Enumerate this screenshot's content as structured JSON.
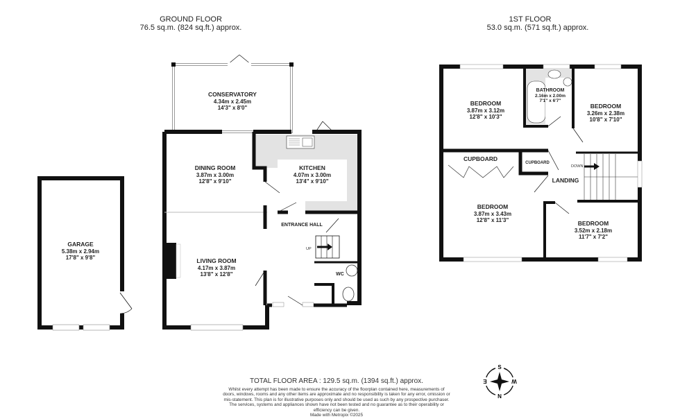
{
  "ground_floor": {
    "title": "GROUND FLOOR",
    "area": "76.5 sq.m. (824 sq.ft.) approx.",
    "rooms": [
      {
        "name": "CONSERVATORY",
        "metric": "4.34m  x 2.45m",
        "imperial": "14'3\"  x 8'0\""
      },
      {
        "name": "DINING ROOM",
        "metric": "3.87m  x 3.00m",
        "imperial": "12'8\"  x 9'10\""
      },
      {
        "name": "KITCHEN",
        "metric": "4.07m  x 3.00m",
        "imperial": "13'4\"  x 9'10\""
      },
      {
        "name": "LIVING ROOM",
        "metric": "4.17m  x 3.87m",
        "imperial": "13'8\"  x 12'8\""
      },
      {
        "name": "ENTRANCE HALL"
      },
      {
        "name": "WC"
      },
      {
        "name": "GARAGE",
        "metric": "5.38m  x 2.94m",
        "imperial": "17'8\"  x 9'8\""
      }
    ],
    "stairs_label": "UP"
  },
  "first_floor": {
    "title": "1ST FLOOR",
    "area": "53.0 sq.m. (571 sq.ft.) approx.",
    "rooms": [
      {
        "name": "BEDROOM",
        "metric": "3.87m  x 3.12m",
        "imperial": "12'8\"  x 10'3\""
      },
      {
        "name": "BATHROOM",
        "metric": "2.16m  x 2.00m",
        "imperial": "7'1\"  x 6'7\""
      },
      {
        "name": "BEDROOM",
        "metric": "3.26m  x 2.38m",
        "imperial": "10'8\"  x 7'10\""
      },
      {
        "name": "CUPBOARD"
      },
      {
        "name": "CUPBOARD"
      },
      {
        "name": "LANDING"
      },
      {
        "name": "BEDROOM",
        "metric": "3.87m  x 3.43m",
        "imperial": "12'8\"  x 11'3\""
      },
      {
        "name": "BEDROOM",
        "metric": "3.52m  x 2.18m",
        "imperial": "11'7\"  x 7'2\""
      }
    ],
    "stairs_label": "DOWN"
  },
  "footer": {
    "total": "TOTAL FLOOR AREA : 129.5 sq.m. (1394 sq.ft.) approx.",
    "disclaimer": "Whilst every attempt has been made to ensure the accuracy of the floorplan contained here, measurements of doors, windows, rooms and any other items are approximate and no responsibility is taken for any error, omission or mis-statement. This plan is for illustrative purposes only and should be used as such by any prospective purchaser. The services, systems and appliances shown have not been tested and no guarantee as to their operability or efficiency can be given.",
    "made_with": "Made with Metropix ©2025"
  },
  "compass": {
    "top": "S",
    "right": "W",
    "bottom": "N",
    "left": "E"
  },
  "colors": {
    "wall": "#111111",
    "fixture_fill": "#e3e3e3",
    "window": "#ffffff",
    "text": "#222222"
  }
}
